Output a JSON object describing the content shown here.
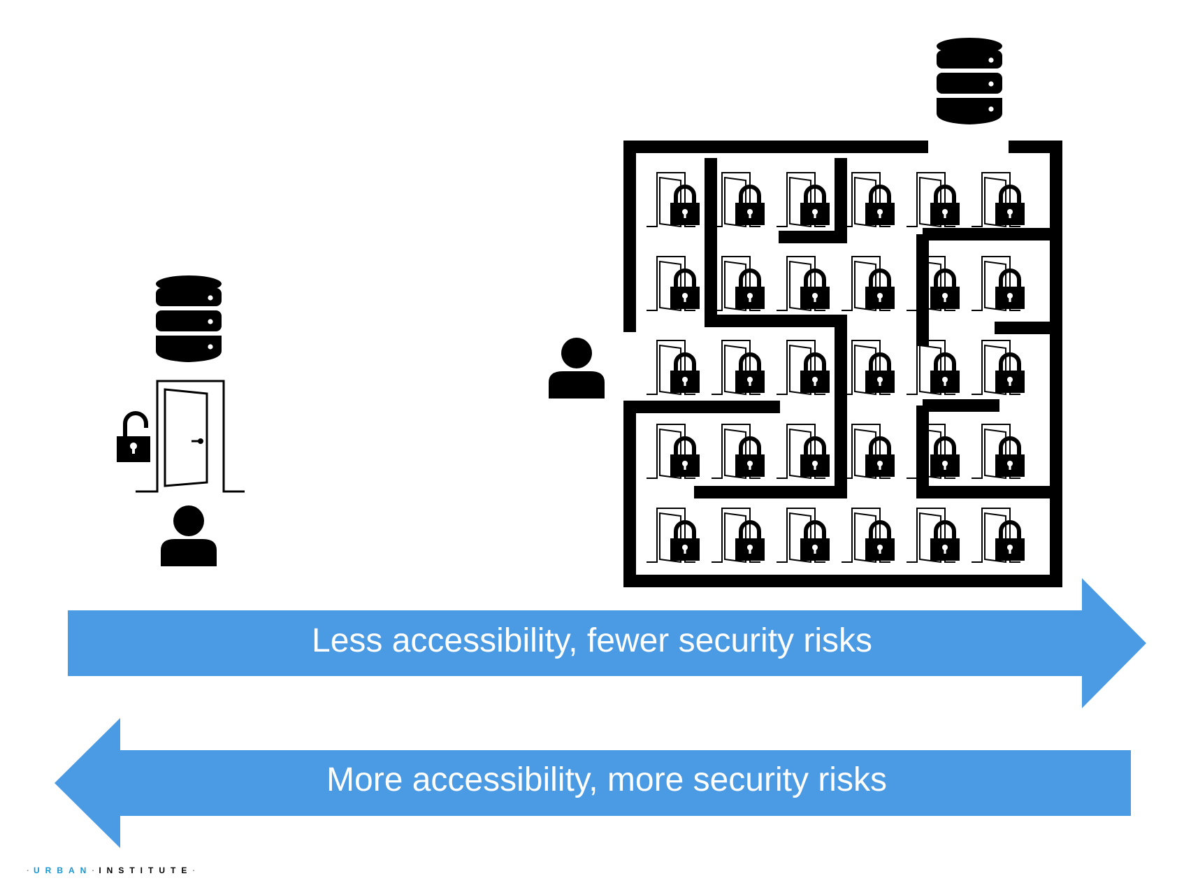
{
  "arrows": {
    "right_label": "Less accessibility, fewer security risks",
    "left_label": "More accessibility, more security risks"
  },
  "brand": {
    "sep": "·",
    "first": "URBAN",
    "second": "INSTITUTE"
  },
  "colors": {
    "arrow": "#4a9ae4",
    "ink": "#000000",
    "brand_blue": "#1696d2"
  },
  "maze": {
    "rows": 5,
    "cols": 6,
    "cell_icons": [
      "door-icon",
      "padlock-locked-icon"
    ]
  },
  "icons": {
    "database": "database-icon",
    "person": "person-icon",
    "door": "door-open-icon",
    "unlocked": "padlock-unlocked-icon"
  }
}
